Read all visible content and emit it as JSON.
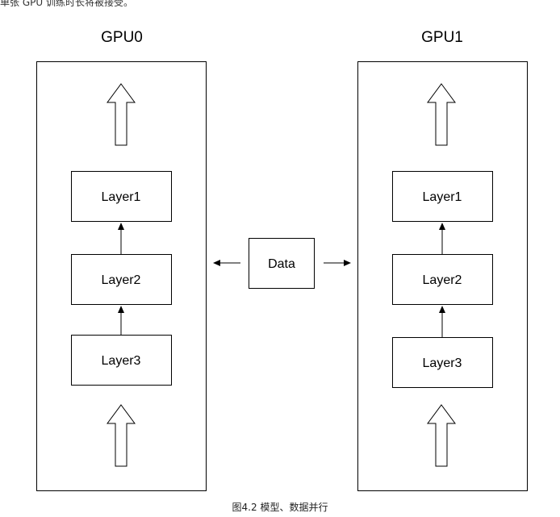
{
  "top_text": "单张 GPU 训练时长将被接受。",
  "gpus": [
    {
      "title": "GPU0",
      "layers": [
        "Layer1",
        "Layer2",
        "Layer3"
      ]
    },
    {
      "title": "GPU1",
      "layers": [
        "Layer1",
        "Layer2",
        "Layer3"
      ]
    }
  ],
  "data_label": "Data",
  "caption": "图4.2 模型、数据并行"
}
